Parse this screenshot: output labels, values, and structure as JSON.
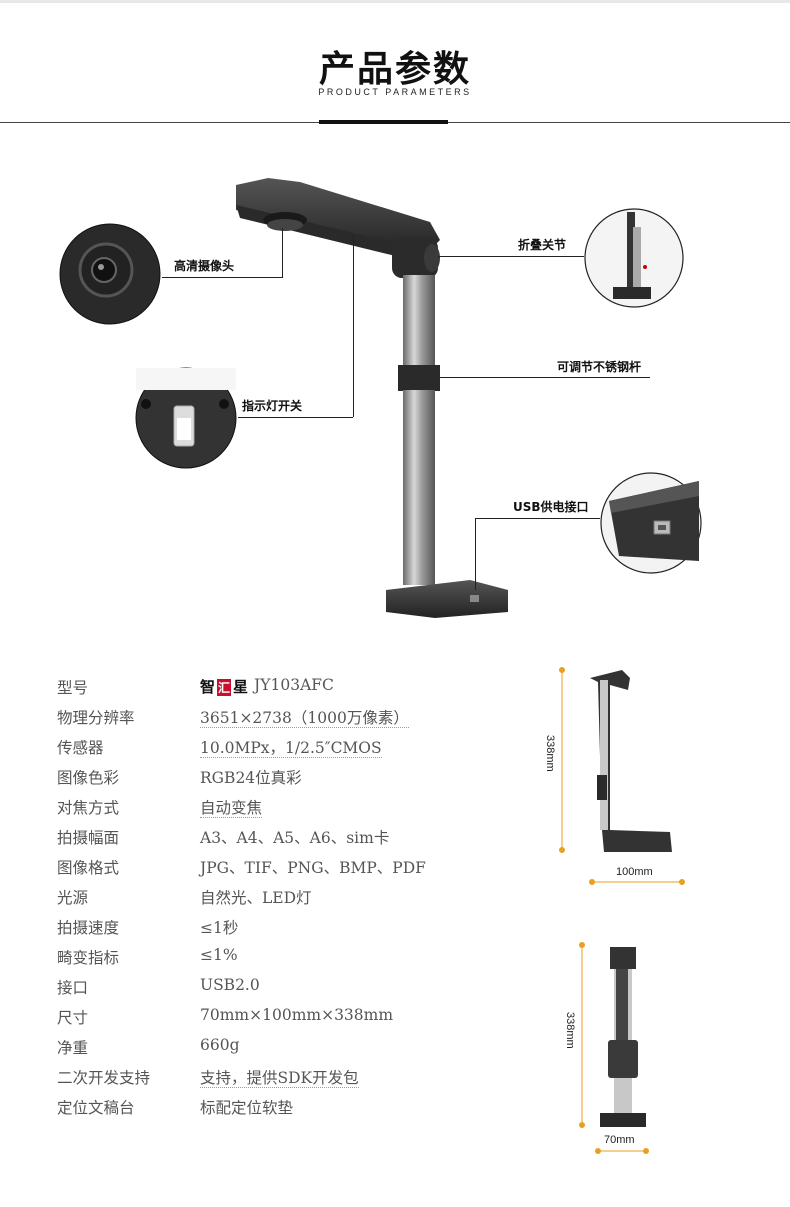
{
  "header": {
    "title": "产品参数",
    "subtitle": "PRODUCT PARAMETERS"
  },
  "callouts": {
    "camera": "高清摄像头",
    "fold": "折叠关节",
    "rod": "可调节不锈钢杆",
    "light_switch": "指示灯开关",
    "usb": "USB供电接口"
  },
  "brand": {
    "left": "智",
    "mid": "汇",
    "right": "星"
  },
  "specs": [
    {
      "label": "型号",
      "value": "JY103AFC"
    },
    {
      "label": "物理分辨率",
      "value": "3651×2738（1000万像素）"
    },
    {
      "label": "传感器",
      "value": "10.0MPx，1/2.5″CMOS"
    },
    {
      "label": "图像色彩",
      "value": "RGB24位真彩"
    },
    {
      "label": "对焦方式",
      "value": "自动变焦"
    },
    {
      "label": "拍摄幅面",
      "value": "A3、A4、A5、A6、sim卡"
    },
    {
      "label": "图像格式",
      "value": "JPG、TIF、PNG、BMP、PDF"
    },
    {
      "label": "光源",
      "value": "自然光、LED灯"
    },
    {
      "label": "拍摄速度",
      "value": "≤1秒"
    },
    {
      "label": "畸变指标",
      "value": "≤1%"
    },
    {
      "label": "接口",
      "value": "USB2.0"
    },
    {
      "label": "尺寸",
      "value": "70mm×100mm×338mm"
    },
    {
      "label": "净重",
      "value": "660g"
    },
    {
      "label": "二次开发支持",
      "value": "支持，提供SDK开发包"
    },
    {
      "label": "定位文稿台",
      "value": "标配定位软垫"
    }
  ],
  "dimensions": {
    "side_height": "338mm",
    "side_width": "100mm",
    "front_height": "338mm",
    "front_width": "70mm"
  }
}
